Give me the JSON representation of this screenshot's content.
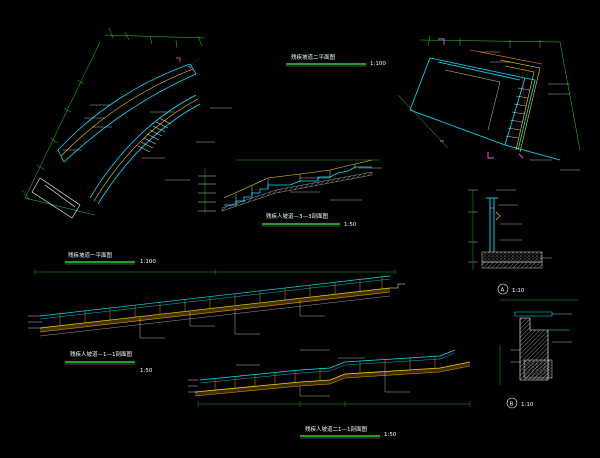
{
  "colors": {
    "background": "#000000",
    "line_white": "#ffffff",
    "line_cyan": "#00e5ff",
    "line_green": "#2bd62b",
    "line_yellow": "#ffd400",
    "line_orange": "#ff8c00",
    "line_magenta": "#ff4fff",
    "line_red": "#ff3030",
    "line_blue": "#3a6bff"
  },
  "views": {
    "plan_a": {
      "title": "残疾坡道一平面图",
      "scale": "1:100"
    },
    "plan_b": {
      "title": "残疾坡道二平面图",
      "scale": "1:100"
    },
    "section_33": {
      "title": "残疾人坡道—3—3剖面图",
      "scale": "1:50"
    },
    "section_11": {
      "title": "残疾人坡道—1—1剖面图",
      "scale": "1:50"
    },
    "section_211": {
      "title": "残疾人坡道二1—1剖面图",
      "scale": "1:50"
    },
    "detail_a": {
      "marker": "A",
      "scale": "1:10"
    },
    "detail_b": {
      "marker": "B",
      "scale": "1:10"
    }
  }
}
